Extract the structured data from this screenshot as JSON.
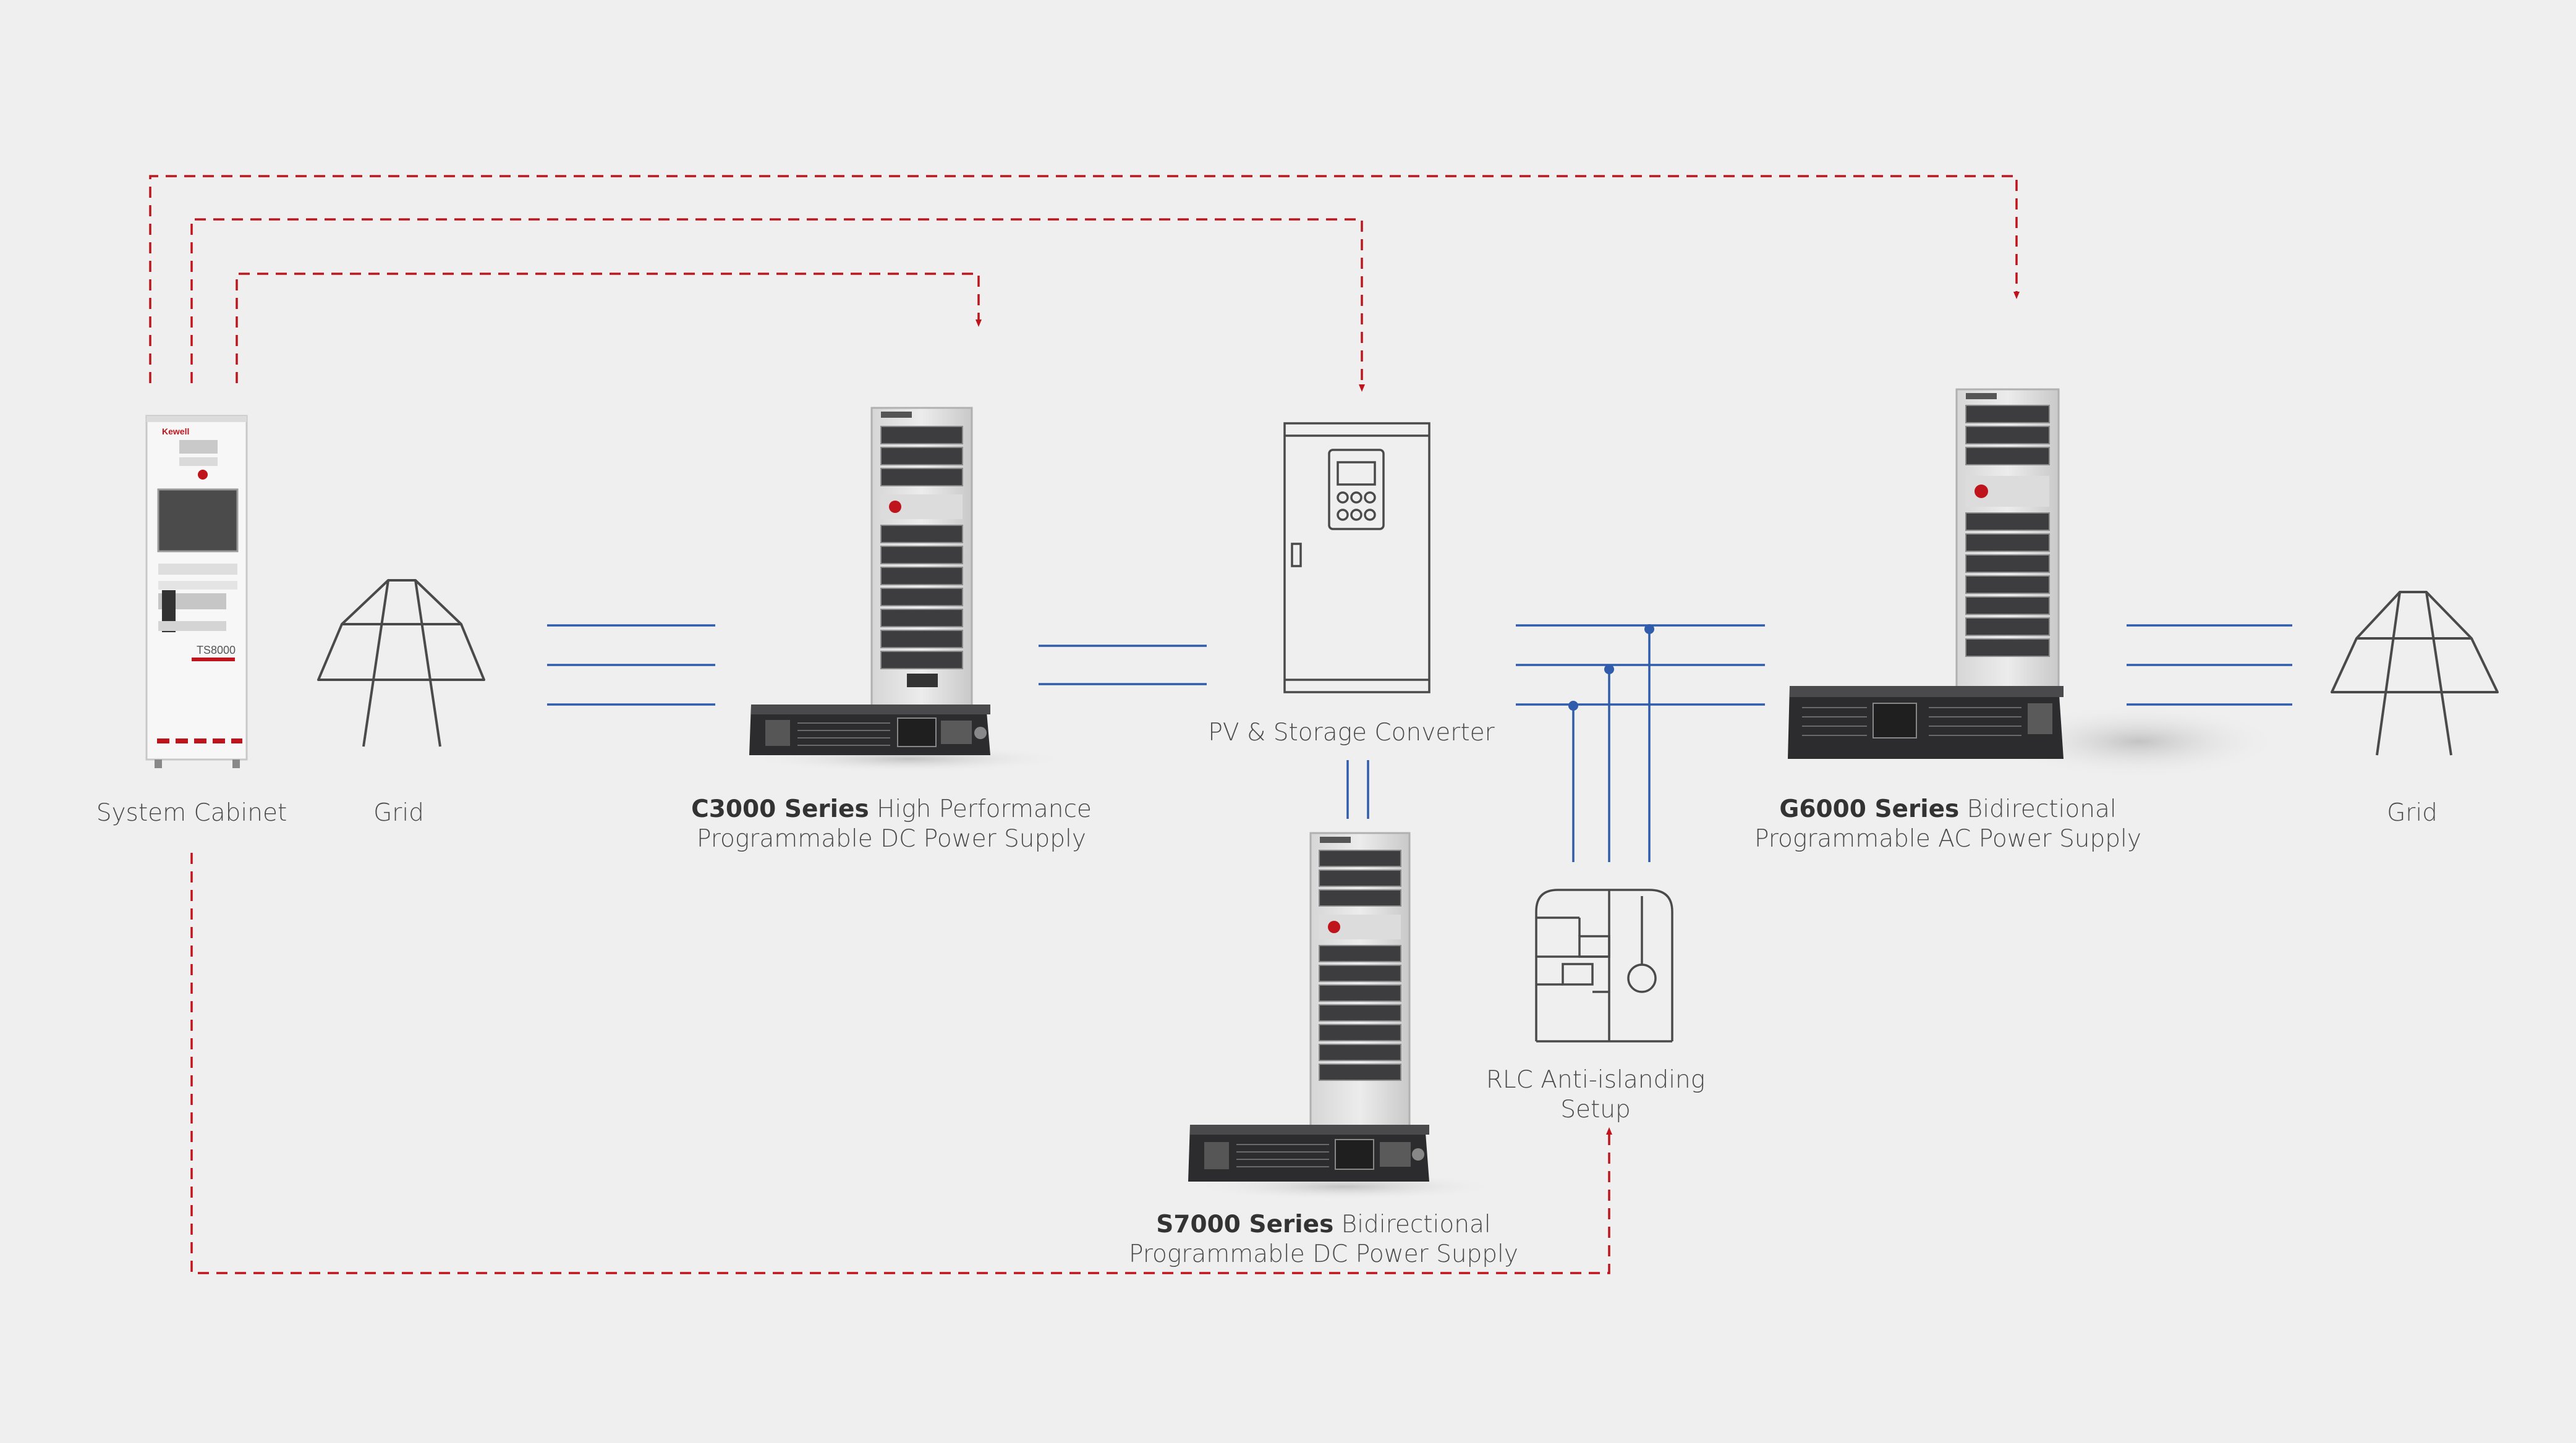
{
  "colors": {
    "background": "#efefef",
    "control_line": "#c0141c",
    "power_line": "#2f5dab",
    "outline": "#4a4a4a",
    "equipment_dark": "#3a3a3c",
    "equipment_light": "#f7f7f7"
  },
  "nodes": {
    "system_cabinet": {
      "label": "System Cabinet",
      "brand": "Kewell",
      "model": "TS8000",
      "icon": "system-cabinet"
    },
    "grid_left": {
      "label": "Grid",
      "icon": "transmission-tower"
    },
    "c3000": {
      "bold": "C3000 Series",
      "rest": " High Performance",
      "line2": "Programmable DC Power Supply",
      "icon": "rack-power-supply"
    },
    "pv_converter": {
      "label": "PV & Storage Converter",
      "icon": "converter-cabinet"
    },
    "s7000": {
      "bold": "S7000 Series",
      "rest": " Bidirectional",
      "line2": "Programmable DC Power Supply",
      "icon": "rack-power-supply"
    },
    "rlc": {
      "line1": "RLC Anti-islanding",
      "line2": "Setup",
      "icon": "rlc-load"
    },
    "g6000": {
      "bold": "G6000 Series",
      "rest": " Bidirectional",
      "line2": "Programmable AC Power Supply",
      "icon": "rack-power-supply"
    },
    "grid_right": {
      "label": "Grid",
      "icon": "transmission-tower"
    }
  },
  "connections": {
    "control": [
      {
        "from": "System Cabinet",
        "to": "C3000 Series"
      },
      {
        "from": "System Cabinet",
        "to": "PV & Storage Converter"
      },
      {
        "from": "System Cabinet",
        "to": "G6000 Series"
      },
      {
        "from": "System Cabinet",
        "to": "RLC Anti-islanding Setup"
      }
    ],
    "power": [
      {
        "from": "Grid",
        "to": "C3000 Series",
        "lines": 3
      },
      {
        "from": "C3000 Series",
        "to": "PV & Storage Converter",
        "lines": 2
      },
      {
        "from": "PV & Storage Converter",
        "to": "S7000 Series",
        "lines": 2
      },
      {
        "from": "PV & Storage Converter",
        "to": "G6000 Series",
        "lines": 3
      },
      {
        "from": "RLC Anti-islanding Setup",
        "to": "AC bus",
        "lines": 3
      },
      {
        "from": "G6000 Series",
        "to": "Grid",
        "lines": 3
      }
    ]
  }
}
